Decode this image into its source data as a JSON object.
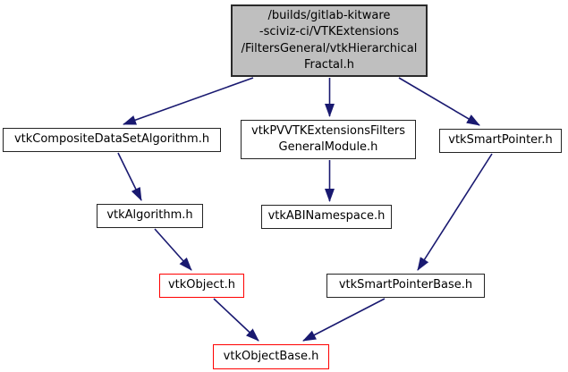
{
  "diagram": {
    "kind": "doxygen-include-dependency-graph",
    "colors": {
      "edge": "#191970",
      "current_node_fill": "#bfbfbf",
      "node_fill": "#ffffff",
      "node_border": "#242424",
      "highlight_border": "#ff0000",
      "text": "#000000"
    },
    "nodes": [
      {
        "id": "root",
        "label": "/builds/gitlab-kitware\n-sciviz-ci/VTKExtensions\n/FiltersGeneral/vtkHierarchical\nFractal.h",
        "style": "current"
      },
      {
        "id": "vtkCompositeDataSetAlgorithm",
        "label": "vtkCompositeDataSetAlgorithm.h",
        "style": "normal"
      },
      {
        "id": "vtkPVVTKExtensionsFiltersGeneralModule",
        "label": "vtkPVVTKExtensionsFilters\nGeneralModule.h",
        "style": "normal"
      },
      {
        "id": "vtkSmartPointer",
        "label": "vtkSmartPointer.h",
        "style": "normal"
      },
      {
        "id": "vtkAlgorithm",
        "label": "vtkAlgorithm.h",
        "style": "normal"
      },
      {
        "id": "vtkABINamespace",
        "label": "vtkABINamespace.h",
        "style": "normal"
      },
      {
        "id": "vtkObject",
        "label": "vtkObject.h",
        "style": "red"
      },
      {
        "id": "vtkSmartPointerBase",
        "label": "vtkSmartPointerBase.h",
        "style": "normal"
      },
      {
        "id": "vtkObjectBase",
        "label": "vtkObjectBase.h",
        "style": "red"
      }
    ],
    "edges": [
      {
        "from": "root",
        "to": "vtkCompositeDataSetAlgorithm"
      },
      {
        "from": "root",
        "to": "vtkPVVTKExtensionsFiltersGeneralModule"
      },
      {
        "from": "root",
        "to": "vtkSmartPointer"
      },
      {
        "from": "vtkCompositeDataSetAlgorithm",
        "to": "vtkAlgorithm"
      },
      {
        "from": "vtkPVVTKExtensionsFiltersGeneralModule",
        "to": "vtkABINamespace"
      },
      {
        "from": "vtkSmartPointer",
        "to": "vtkSmartPointerBase"
      },
      {
        "from": "vtkAlgorithm",
        "to": "vtkObject"
      },
      {
        "from": "vtkObject",
        "to": "vtkObjectBase"
      },
      {
        "from": "vtkSmartPointerBase",
        "to": "vtkObjectBase"
      }
    ]
  }
}
